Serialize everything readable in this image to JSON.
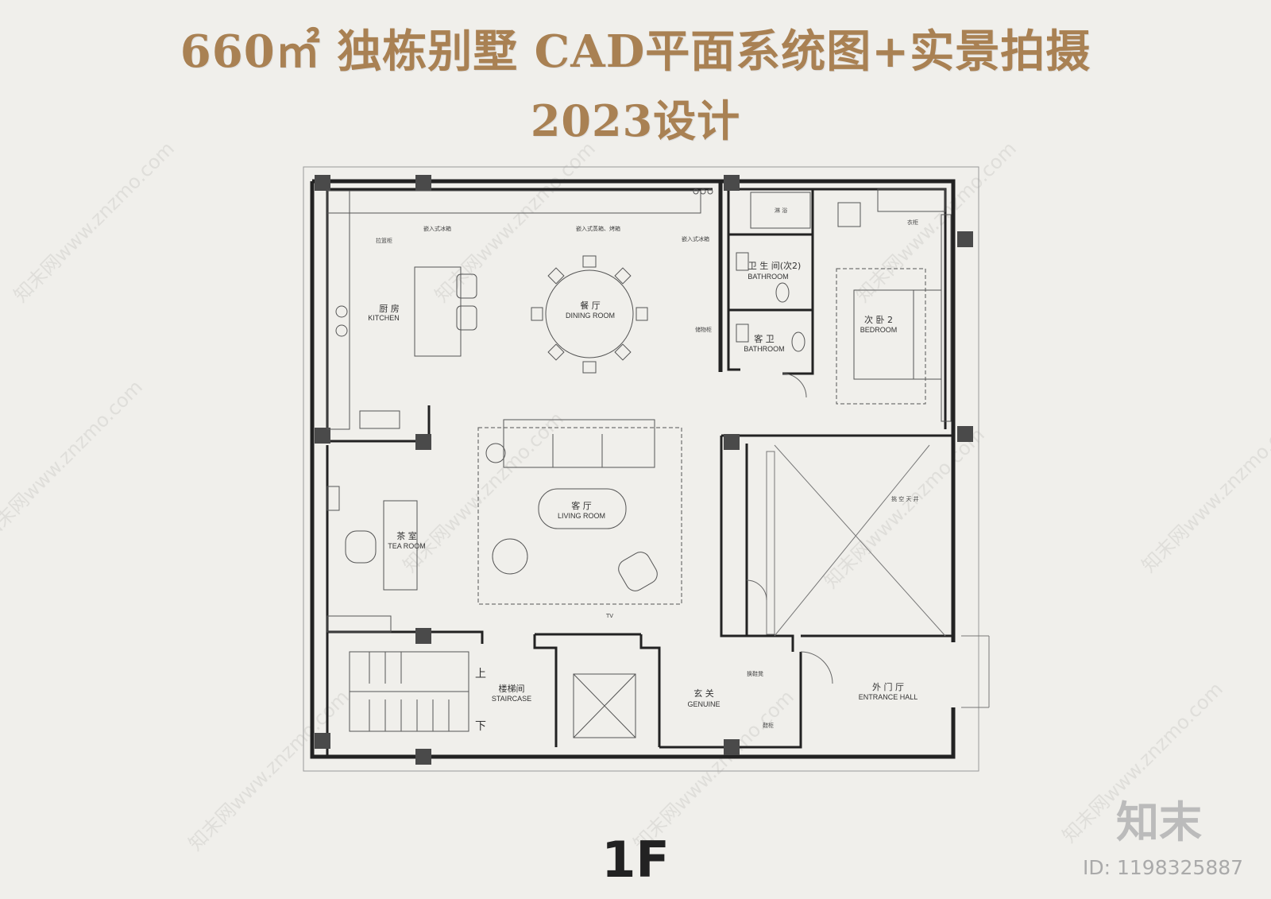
{
  "header": {
    "title": "660㎡ 独栋别墅 CAD平面系统图+实景拍摄",
    "subtitle": "2023设计"
  },
  "floor_label": "1F",
  "rooms": {
    "kitchen": {
      "cn": "厨 房",
      "en": "KITCHEN"
    },
    "dining": {
      "cn": "餐 厅",
      "en": "DINING ROOM"
    },
    "bath2": {
      "cn": "卫 生 间(次2)",
      "en": "BATHROOM"
    },
    "guest_bath": {
      "cn": "客 卫",
      "en": "BATHROOM"
    },
    "bedroom2": {
      "cn": "次 卧 2",
      "en": "BEDROOM"
    },
    "living": {
      "cn": "客 厅",
      "en": "LIVING ROOM"
    },
    "tea": {
      "cn": "茶 室",
      "en": "TEA ROOM"
    },
    "stair": {
      "cn": "楼梯间",
      "en": "STAIRCASE"
    },
    "genuine": {
      "cn": "玄 关",
      "en": "GENUINE"
    },
    "entrance": {
      "cn": "外 门 厅",
      "en": "ENTRANCE HALL"
    }
  },
  "notes": {
    "fridge": "嵌入式冰箱",
    "shelf": "拉篮柜",
    "oven": "嵌入式蒸箱、烤箱",
    "fridge2": "嵌入式冰箱",
    "storage": "储物柜",
    "shower": "淋 浴",
    "wardrobe": "衣柜",
    "void": "挑 空 天 井",
    "tv": "TV",
    "shoe": "换鞋凳",
    "shoe_cab": "鞋柜",
    "up": "上",
    "down": "下"
  },
  "watermark": {
    "logo": "知末",
    "id": "ID: 1198325887",
    "site": "知末网www.znzmo.com"
  },
  "colors": {
    "title": "#a98153",
    "wall": "#222222",
    "column": "#4a4a4a",
    "background": "#f0efeb"
  }
}
